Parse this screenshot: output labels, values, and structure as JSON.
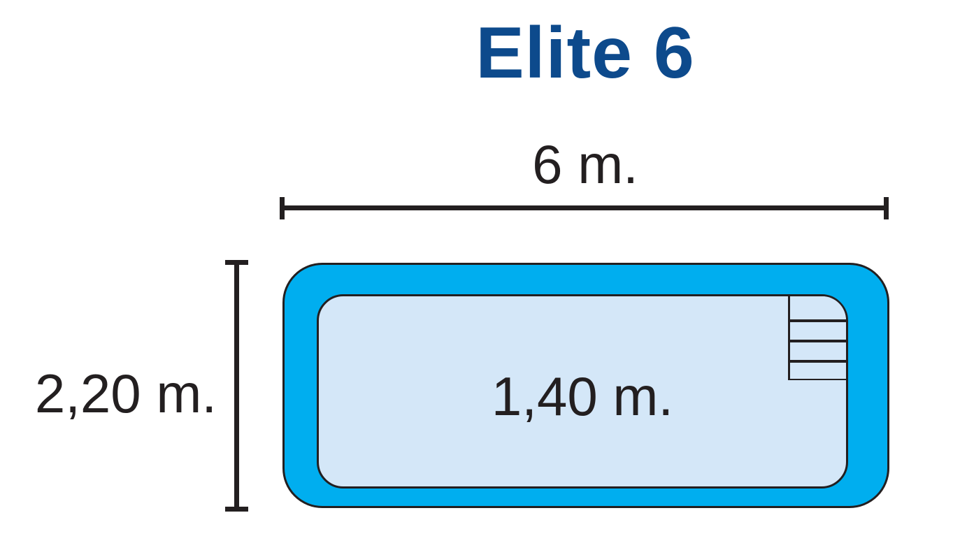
{
  "title": "Elite 6",
  "diagram": {
    "type": "pool-top-view-technical-drawing",
    "width_label": "6 m.",
    "height_label": "2,20 m.",
    "depth_label": "1,40 m.",
    "steps_count": 4
  },
  "colors": {
    "title_blue": "#0d4a8c",
    "pool_shell_blue": "#00aeef",
    "water_light_blue": "#d4e7f8",
    "outline_dark": "#231f20",
    "background": "#ffffff"
  }
}
